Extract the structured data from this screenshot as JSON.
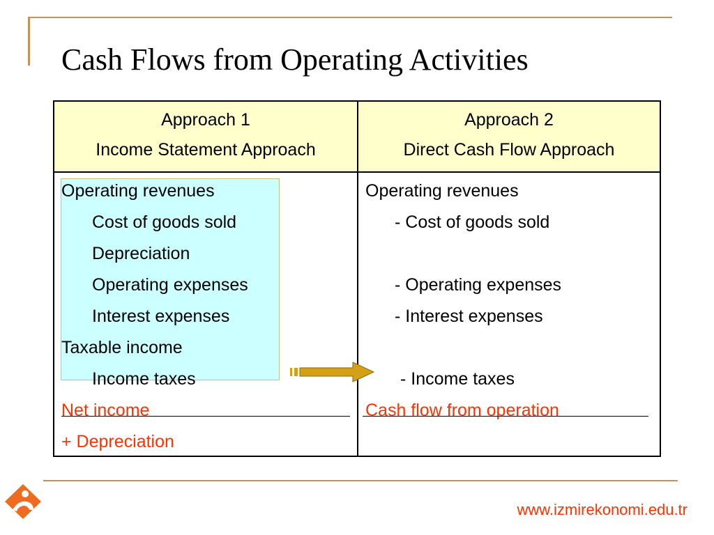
{
  "slide": {
    "title": "Cash Flows from Operating Activities",
    "footer_url": "www.izmirekonomi.edu.tr",
    "colors": {
      "accent": "#c9915a",
      "header_fill": "#ffffcc",
      "highlight_fill": "#ccffff",
      "red_text": "#ff3300",
      "arrow": "#d4a017"
    }
  },
  "table": {
    "col1": {
      "header_line1": "Approach 1",
      "header_line2": "Income Statement Approach",
      "rows": [
        "Operating revenues",
        "Cost of goods sold",
        "Depreciation",
        "Operating expenses",
        "Interest expenses",
        "Taxable income",
        "Income taxes",
        "Net income",
        "+ Depreciation"
      ]
    },
    "col2": {
      "header_line1": "Approach 2",
      "header_line2": "Direct Cash Flow Approach",
      "rows": [
        "Operating revenues",
        "- Cost of goods sold",
        "- Operating expenses",
        "- Interest expenses",
        "- Income taxes",
        "Cash flow from operation"
      ]
    }
  }
}
